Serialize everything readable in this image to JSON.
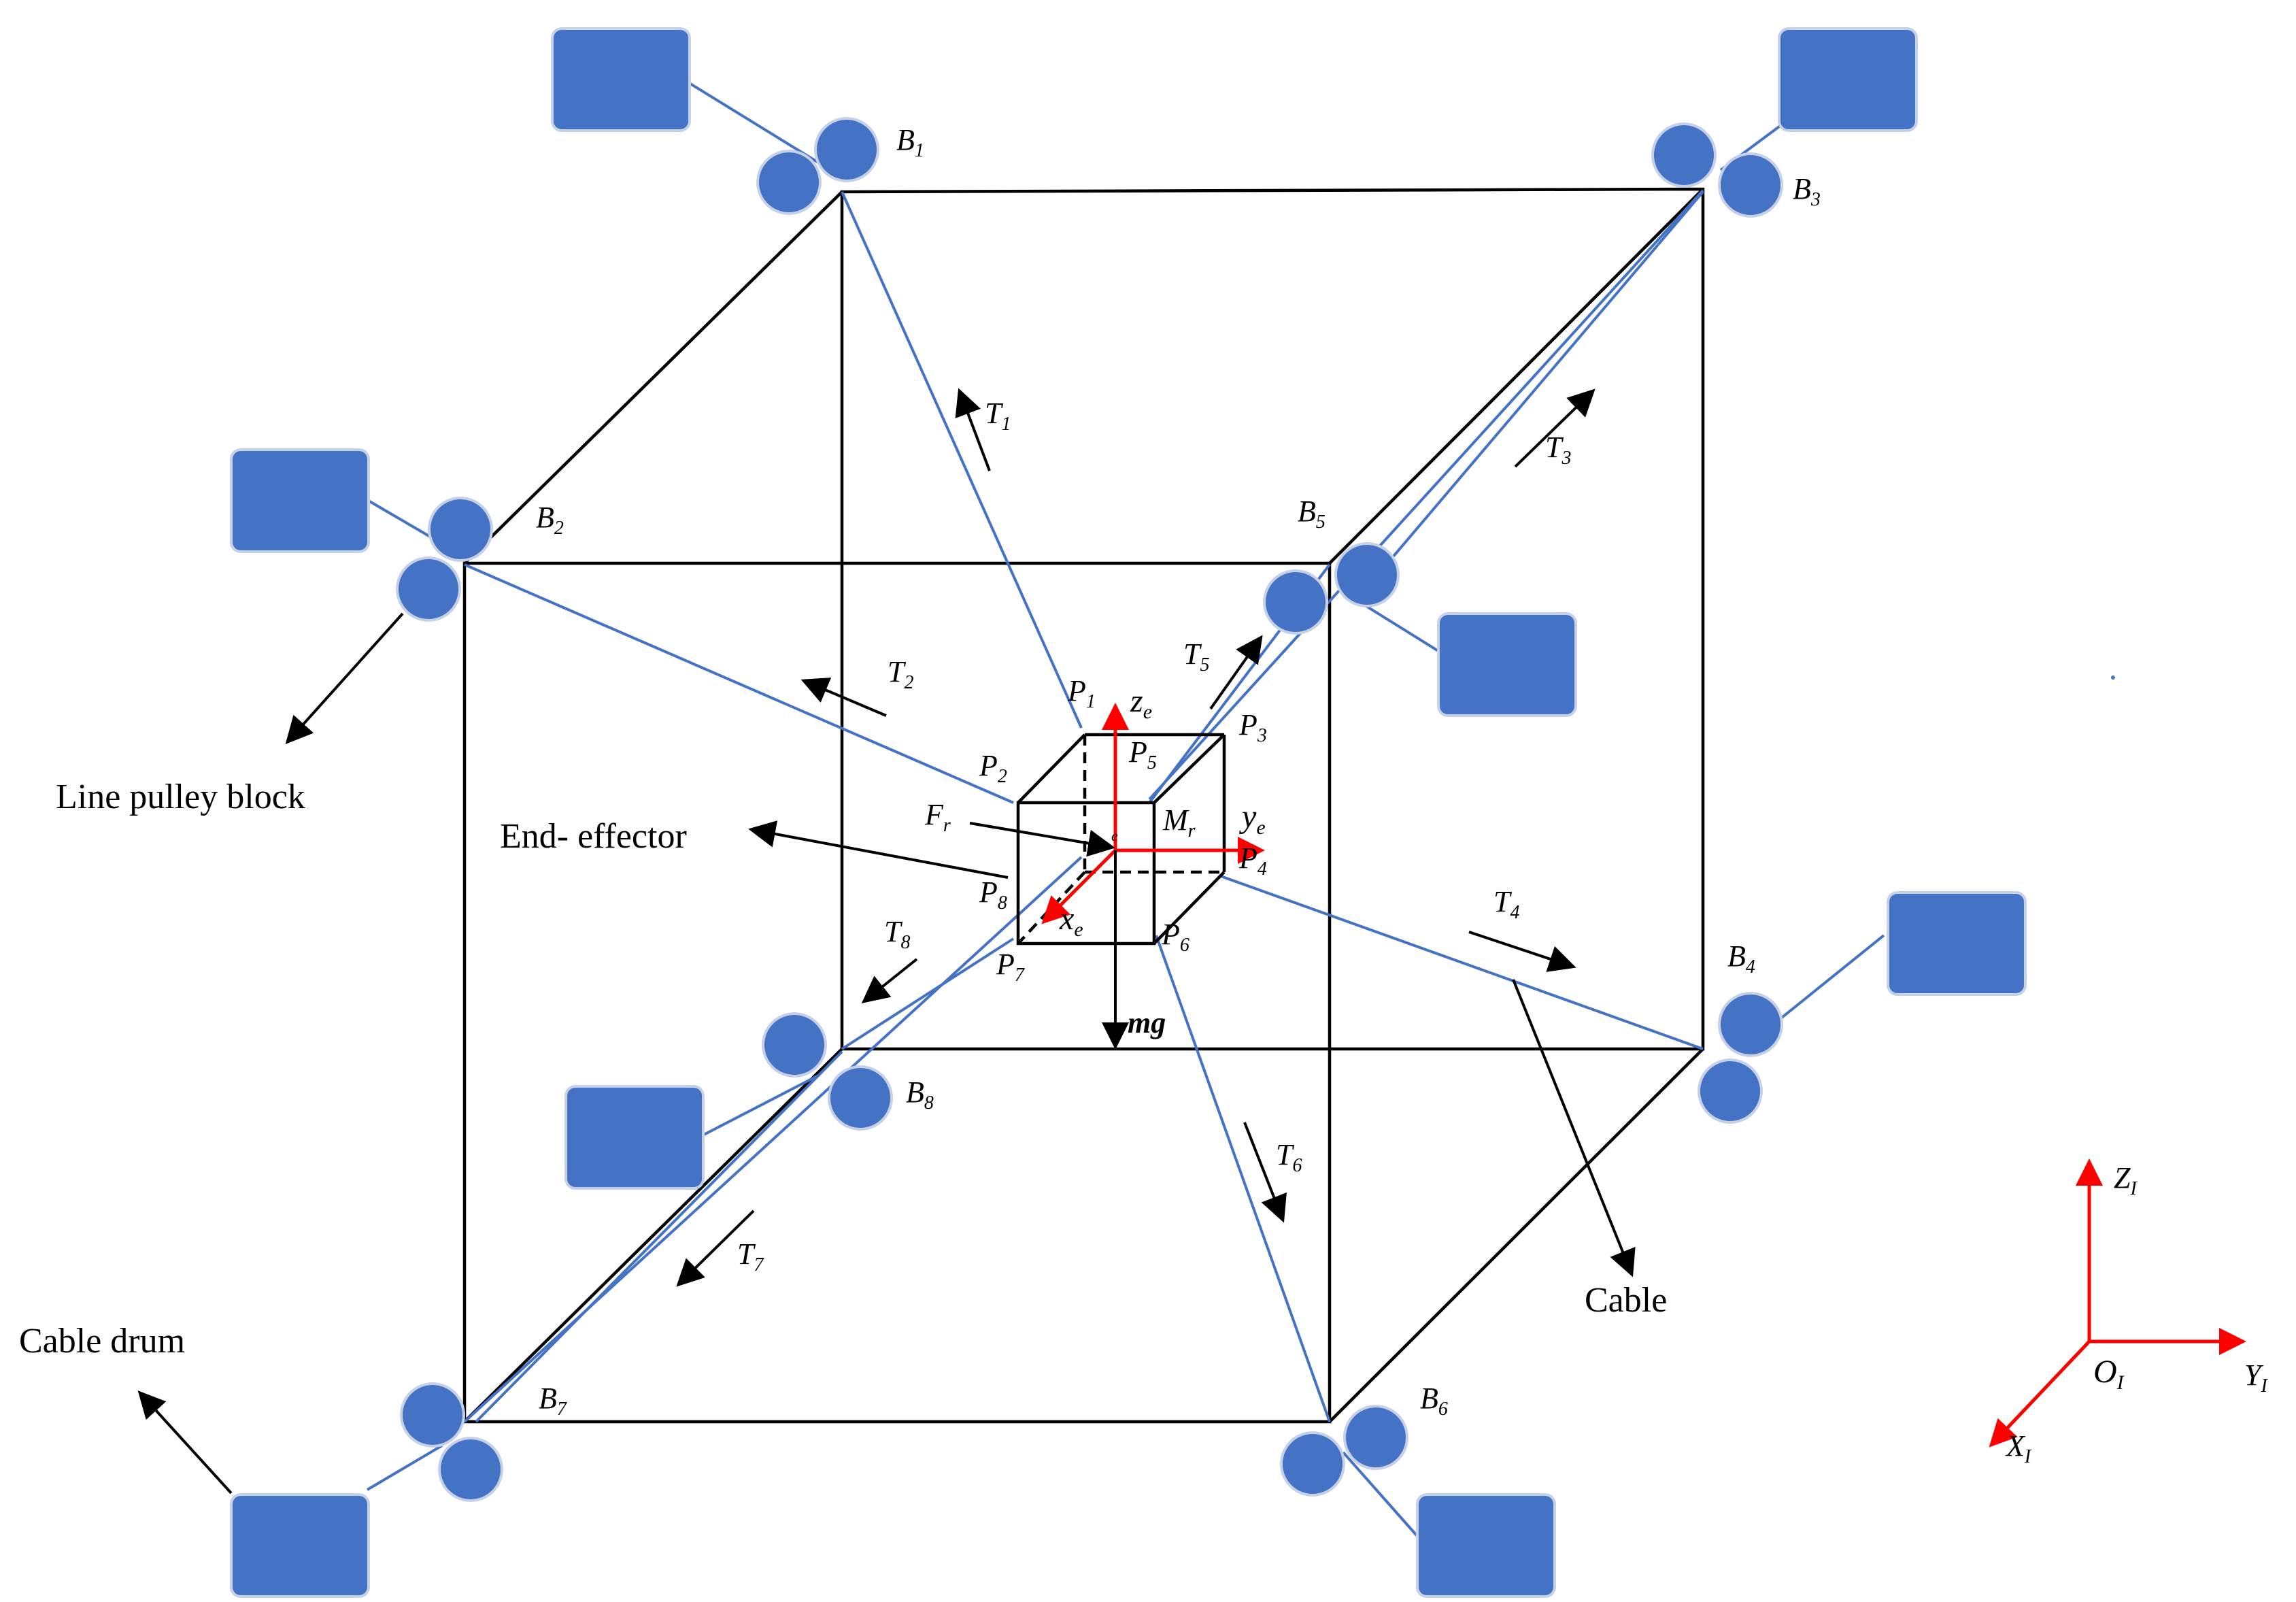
{
  "labels": {
    "B1": "B",
    "B1_sub": "1",
    "B2": "B",
    "B2_sub": "2",
    "B3": "B",
    "B3_sub": "3",
    "B4": "B",
    "B4_sub": "4",
    "B5": "B",
    "B5_sub": "5",
    "B6": "B",
    "B6_sub": "6",
    "B7": "B",
    "B7_sub": "7",
    "B8": "B",
    "B8_sub": "8",
    "T1": "T",
    "T1_sub": "1",
    "T2": "T",
    "T2_sub": "2",
    "T3": "T",
    "T3_sub": "3",
    "T4": "T",
    "T4_sub": "4",
    "T5": "T",
    "T5_sub": "5",
    "T6": "T",
    "T6_sub": "6",
    "T7": "T",
    "T7_sub": "7",
    "T8": "T",
    "T8_sub": "8",
    "P1": "P",
    "P1_sub": "1",
    "P2": "P",
    "P2_sub": "2",
    "P3": "P",
    "P3_sub": "3",
    "P4": "P",
    "P4_sub": "4",
    "P5": "P",
    "P5_sub": "5",
    "P6": "P",
    "P6_sub": "6",
    "P7": "P",
    "P7_sub": "7",
    "P8": "P",
    "P8_sub": "8",
    "Fr": "F",
    "Fr_sub": "r",
    "Mr": "M",
    "Mr_sub": "r",
    "ze": "z",
    "ze_sub": "e",
    "ye": "y",
    "ye_sub": "e",
    "xe": "x",
    "xe_sub": "e",
    "Oe_sub": "e",
    "mg": "mg",
    "ZI": "Z",
    "ZI_sub": "I",
    "YI": "Y",
    "YI_sub": "I",
    "XI": "X",
    "XI_sub": "I",
    "OI": "O",
    "OI_sub": "I"
  },
  "callouts": {
    "line_pulley_block": "Line pulley block",
    "end_effector": "End- effector",
    "cable_drum": "Cable drum",
    "cable": "Cable"
  },
  "colors": {
    "cable": "#4472c4",
    "pulley": "#4472c4",
    "frame": "#000000",
    "axes": "#ff0000"
  }
}
